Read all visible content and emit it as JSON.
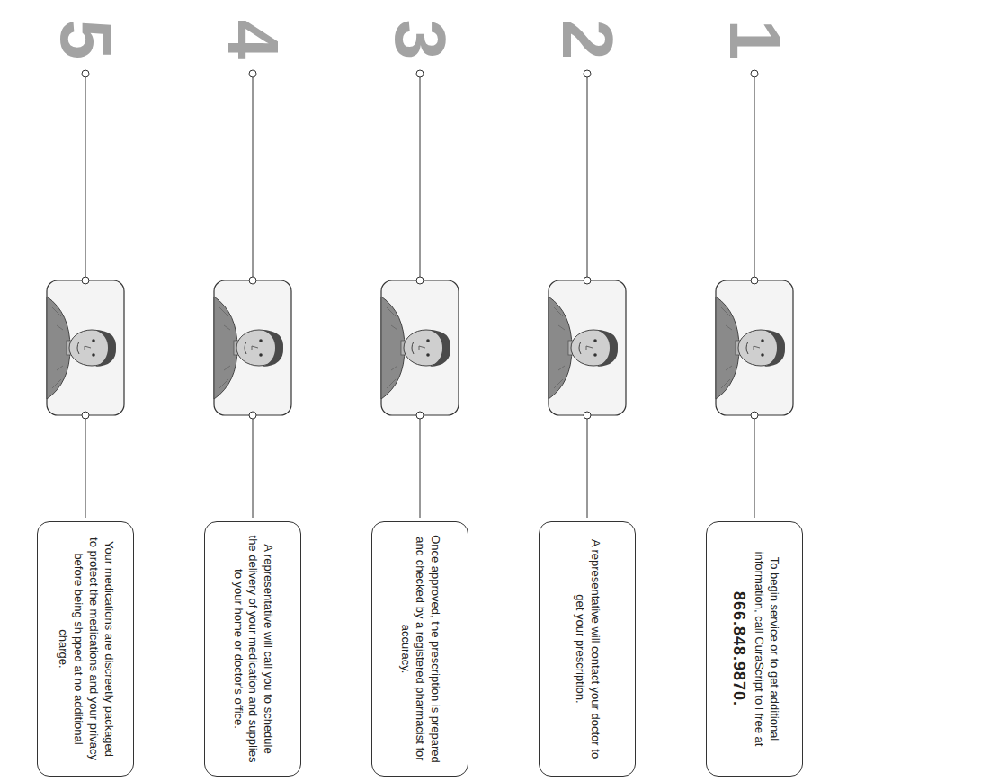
{
  "diagram": {
    "nodes": [
      {
        "text": [
          "To begin service or to get additional information, call CuraScript toll free at",
          "866.848.9870."
        ]
      },
      {
        "text": [
          "A representative will contact your doctor to get your prescription."
        ]
      },
      {
        "text": [
          "Once approved, the prescription is prepared and checked by a registered pharmacist for accuracy."
        ]
      },
      {
        "text": [
          "A representative will call you to schedule the delivery of your medication and supplies to your home or doctor's office."
        ]
      },
      {
        "text": [
          "Your medications are discreetly packaged to protect the medications and your privacy before being shipped at no additional charge."
        ]
      }
    ],
    "labels": [
      "1",
      "2",
      "3",
      "4",
      "5"
    ]
  }
}
